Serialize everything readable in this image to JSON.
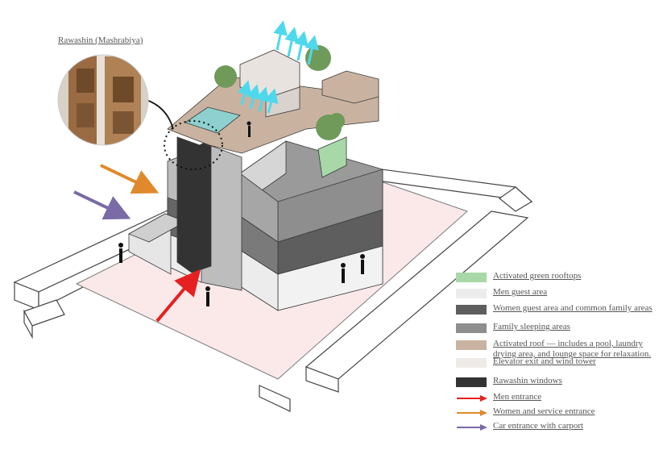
{
  "inset": {
    "title": "Rawashin (Mashrabiya)"
  },
  "legend": [
    {
      "label": "Activated green rooftops",
      "color": "#a8d8a8",
      "kind": "swatch"
    },
    {
      "label": "Men guest area",
      "color": "#ececec",
      "kind": "swatch"
    },
    {
      "label": "Women guest area and common family areas",
      "color": "#5e5e5e",
      "kind": "swatch"
    },
    {
      "label": "Family sleeping areas",
      "color": "#8e8e8e",
      "kind": "swatch"
    },
    {
      "label": "Activated roof — includes a pool, laundry drying area, and lounge space for relaxation.",
      "color": "#c9b3a0",
      "kind": "swatch"
    },
    {
      "label": "Elevator exit and wind tower",
      "color": "#eeeae8",
      "kind": "swatch"
    },
    {
      "label": "Rawashin windows",
      "color": "#333333",
      "kind": "swatch"
    },
    {
      "label": "Men entrance",
      "color": "#e62020",
      "kind": "arrow"
    },
    {
      "label": "Women and service entrance",
      "color": "#e0892c",
      "kind": "arrow"
    },
    {
      "label": "Car entrance with carport",
      "color": "#7a6aa6",
      "kind": "arrow"
    }
  ],
  "colors": {
    "site_fill": "#fbe9ea",
    "pool": "#8ed0d0",
    "wind_arrows": "#4fd8ec",
    "tree": "#6f9a5a"
  }
}
